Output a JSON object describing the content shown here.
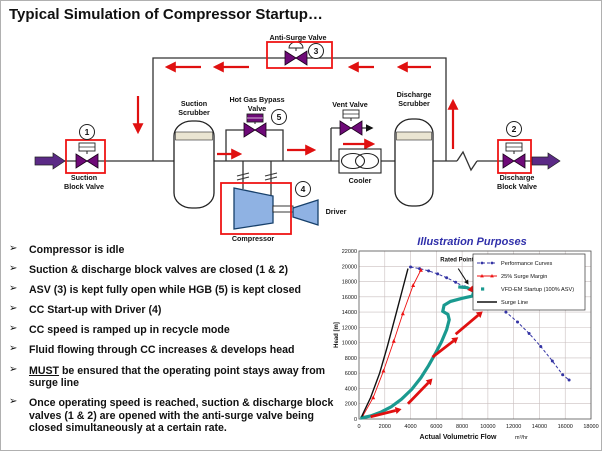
{
  "slide": {
    "title": "Typical Simulation of Compressor Startup…"
  },
  "diagram": {
    "anti_surge_valve": "Anti-Surge Valve",
    "suction_scrubber": [
      "Suction",
      "Scrubber"
    ],
    "hot_gas_bypass_valve": [
      "Hot Gas Bypass",
      "Valve"
    ],
    "vent_valve": "Vent Valve",
    "discharge_scrubber": [
      "Discharge",
      "Scrubber"
    ],
    "cooler": "Cooler",
    "suction_block_valve": [
      "Suction",
      "Block Valve"
    ],
    "discharge_block_valve": [
      "Discharge",
      "Block Valve"
    ],
    "compressor": "Compressor",
    "driver": "Driver",
    "tags": {
      "suction_block": "1",
      "discharge_block": "2",
      "asv": "3",
      "driver": "4",
      "hgb": "5"
    }
  },
  "bullets": {
    "char": "➢",
    "items": [
      {
        "u": "",
        "t": "Compressor is idle"
      },
      {
        "u": "",
        "t": "Suction & discharge block valves are closed (1 & 2)"
      },
      {
        "u": "",
        "t": "ASV (3) is kept fully open while HGB (5) is kept closed"
      },
      {
        "u": "",
        "t": "CC Start-up with Driver (4)"
      },
      {
        "u": "",
        "t": "CC speed is ramped up in recycle mode"
      },
      {
        "u": "",
        "t": "Fluid flowing through CC increases & develops head"
      },
      {
        "u": "MUST",
        "t": "be ensured that the operating point stays away from surge line"
      },
      {
        "u": "",
        "t": "Once operating speed is reached, suction & discharge block valves (1 & 2) are opened with the anti-surge valve being closed simultaneously at a certain rate."
      }
    ]
  },
  "chart_data": {
    "type": "line",
    "title": "Illustration Purposes",
    "title_color": "#2f2faa",
    "xlabel": "Actual Volumetric Flow",
    "x_unit": "m³/hr",
    "ylabel": "Head [m]",
    "xlim": [
      0,
      18000
    ],
    "ylim": [
      0,
      22000
    ],
    "x_tick_step": 2000,
    "y_tick_step": 2000,
    "grid": true,
    "legend_position": "top-right",
    "arrow_color": "#e01010",
    "series": [
      {
        "id": "performance",
        "name": "Performance Curves",
        "color": "#3434a4",
        "width": 1,
        "dash": "3,2",
        "marker": "dot",
        "legend": "line",
        "points": [
          [
            4000,
            19900
          ],
          [
            4700,
            19700
          ],
          [
            5400,
            19400
          ],
          [
            6100,
            19000
          ],
          [
            6800,
            18500
          ],
          [
            7500,
            17900
          ],
          [
            8200,
            17300
          ],
          [
            8900,
            16700
          ],
          [
            9700,
            15900
          ],
          [
            10500,
            15000
          ],
          [
            11400,
            14000
          ],
          [
            12300,
            12700
          ],
          [
            13200,
            11200
          ],
          [
            14100,
            9500
          ],
          [
            15000,
            7600
          ],
          [
            15800,
            5800
          ],
          [
            16300,
            5100
          ]
        ]
      },
      {
        "id": "surge_margin",
        "name": "25% Surge Margin",
        "color": "#ee1111",
        "width": 0.9,
        "marker": "triangle",
        "legend": "line",
        "points": [
          [
            300,
            400
          ],
          [
            1100,
            2800
          ],
          [
            1900,
            6300
          ],
          [
            2700,
            10200
          ],
          [
            3400,
            13800
          ],
          [
            4200,
            17500
          ],
          [
            4800,
            19500
          ]
        ]
      },
      {
        "id": "startup",
        "name": "VFD-EM Startup (100% ASV)",
        "color": "#1a9a90",
        "width": 3.2,
        "marker": "none",
        "legend": "marker",
        "points": [
          [
            100,
            100
          ],
          [
            900,
            400
          ],
          [
            1700,
            900
          ],
          [
            2500,
            1600
          ],
          [
            3300,
            2600
          ],
          [
            4100,
            3900
          ],
          [
            4800,
            5400
          ],
          [
            5400,
            7000
          ],
          [
            5900,
            8500
          ],
          [
            6400,
            10100
          ],
          [
            6800,
            11700
          ],
          [
            7000,
            13000
          ],
          [
            6900,
            13700
          ],
          [
            6500,
            14100
          ],
          [
            6600,
            14900
          ],
          [
            7100,
            15400
          ],
          [
            8000,
            15800
          ],
          [
            8800,
            16100
          ],
          [
            8900,
            16700
          ],
          [
            8400,
            17200
          ],
          [
            7700,
            17300
          ]
        ]
      },
      {
        "id": "surge_line",
        "name": "Surge Line",
        "color": "#111111",
        "width": 1.4,
        "marker": "none",
        "legend": "line",
        "points": [
          [
            200,
            300
          ],
          [
            900,
            2800
          ],
          [
            1600,
            6000
          ],
          [
            2200,
            9500
          ],
          [
            2800,
            13300
          ],
          [
            3300,
            16500
          ],
          [
            3800,
            19700
          ]
        ]
      }
    ],
    "annotations": {
      "arrows": [
        {
          "from": [
            900,
            300
          ],
          "to": [
            3300,
            1300
          ]
        },
        {
          "from": [
            3800,
            2000
          ],
          "to": [
            5700,
            5300
          ]
        },
        {
          "from": [
            5700,
            8100
          ],
          "to": [
            7700,
            10700
          ]
        },
        {
          "from": [
            7500,
            11100
          ],
          "to": [
            9600,
            14100
          ]
        },
        {
          "from": [
            10600,
            14500
          ],
          "to": [
            9300,
            16100
          ]
        },
        {
          "from": [
            10400,
            17400
          ],
          "to": [
            8400,
            16900
          ]
        }
      ],
      "rated_point": {
        "label": "Rated Point",
        "label_at": [
          7600,
          20600
        ],
        "arrow_from": [
          7700,
          19700
        ],
        "arrow_to": [
          8500,
          17600
        ]
      }
    }
  }
}
